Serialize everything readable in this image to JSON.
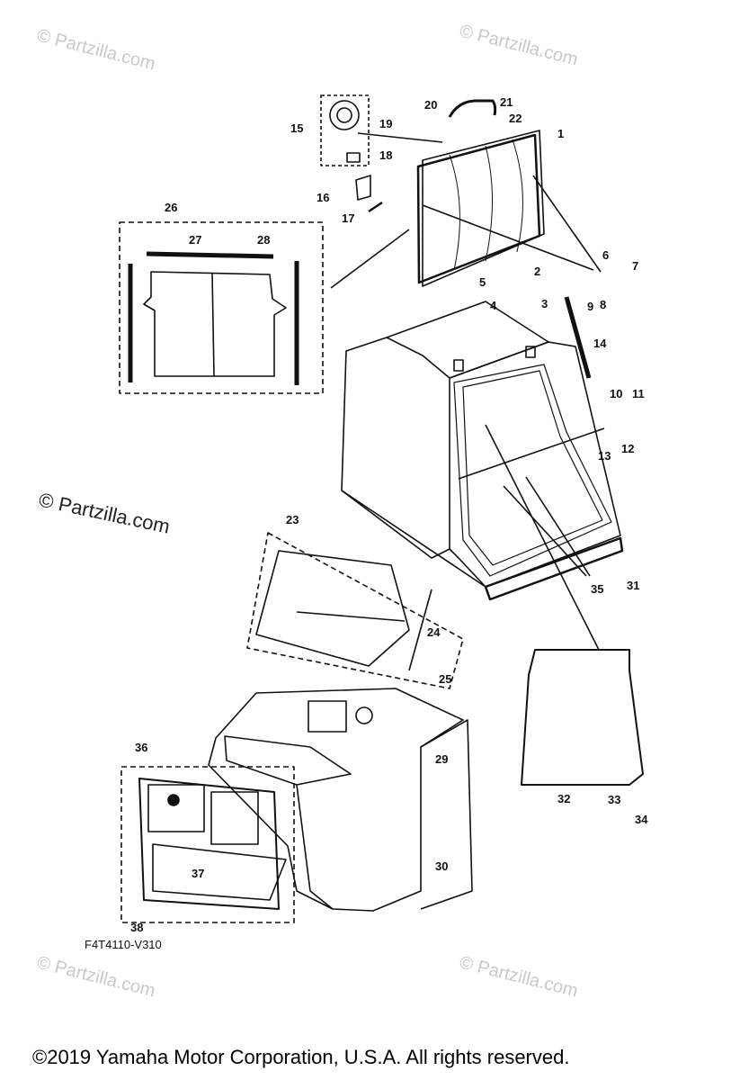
{
  "watermarks": {
    "small": "© Partzilla.com",
    "large": "© Partzilla.com"
  },
  "diagram_code": "F4T4110-V310",
  "copyright": "©2019  Yamaha Motor Corporation, U.S.A. All rights reserved.",
  "callouts": [
    "1",
    "2",
    "3",
    "4",
    "5",
    "6",
    "7",
    "8",
    "9",
    "10",
    "11",
    "12",
    "13",
    "14",
    "15",
    "16",
    "17",
    "18",
    "19",
    "20",
    "21",
    "22",
    "23",
    "24",
    "25",
    "26",
    "27",
    "28",
    "29",
    "30",
    "31",
    "32",
    "33",
    "34",
    "35",
    "36",
    "37",
    "38"
  ]
}
